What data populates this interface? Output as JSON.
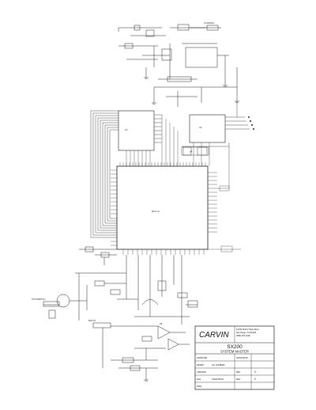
{
  "title_block": {
    "brand": "CARVIN",
    "address": [
      "12340 World Trade Drive",
      "San Diego, CA 92128",
      "(858) 487-1600"
    ],
    "model": "SX200",
    "sheet_title": "SYSTEM MASTER",
    "doc_number": "SX200-MSTR",
    "rev_label": "REV",
    "rev_a": "C",
    "rev_b": "C",
    "row_labels": [
      "APPROVED",
      "DRAWN",
      "CHECKED",
      "FILE",
      "DATE"
    ],
    "row_values": [
      "",
      "S.E. AHLBERG",
      "",
      "SX200-MSTR",
      ""
    ]
  },
  "parts": {
    "main_mcu": "MCU U1",
    "top_ic": "U2",
    "mid_ic": "U3",
    "right_ic": "U4",
    "opamp": "U5"
  },
  "nets": {
    "left_jack": "FOOTSWITCH",
    "bottom_input": "MIDI IN",
    "top_right_conn": "J2 DIGITAL"
  }
}
